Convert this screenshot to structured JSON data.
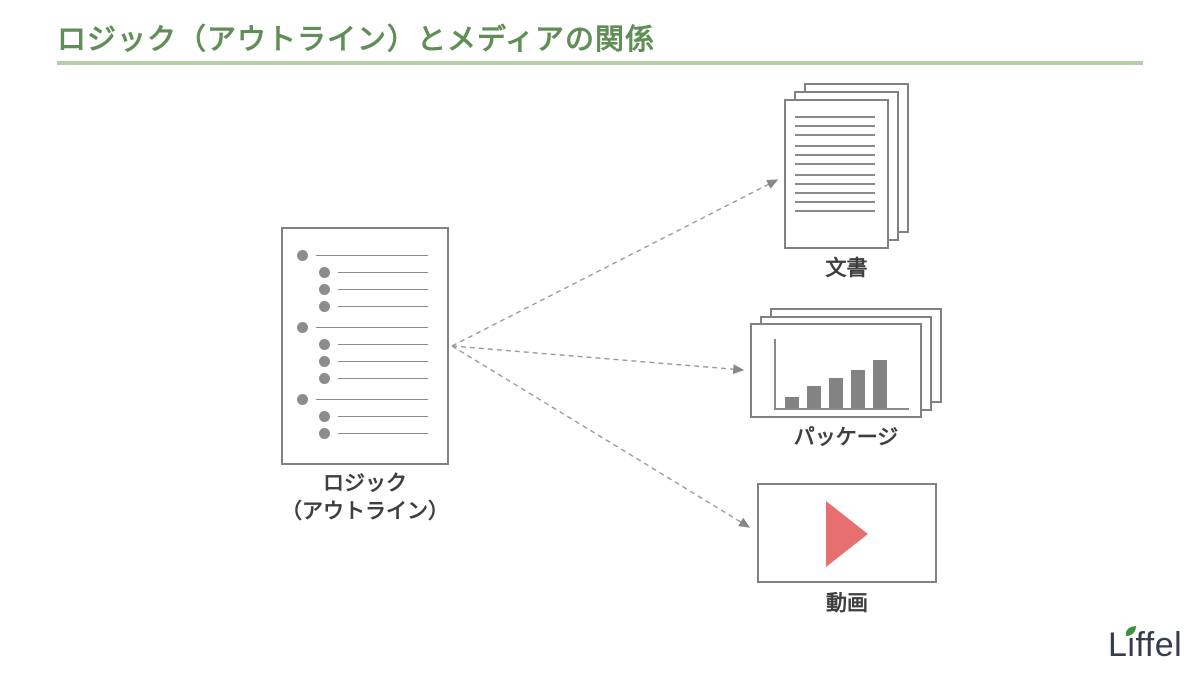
{
  "title": "ロジック（アウトライン）とメディアの関係",
  "colors": {
    "title_green": "#5f8f55",
    "underline_green": "#b6cfa6",
    "gray": "#818181",
    "bullet_gray": "#8c8c8c",
    "line_gray": "#8a8a8a",
    "bar_gray": "#838383",
    "arrow_gray": "#9a9a9a",
    "label_dark": "#3f3f3f",
    "play_red": "#e76f6f",
    "logo_navy": "#333d4d",
    "leaf_green": "#3f8f3c"
  },
  "outline": {
    "label_line1": "ロジック",
    "label_line2": "（アウトライン）",
    "rows": [
      1,
      2,
      2,
      2,
      1,
      2,
      2,
      2,
      1,
      2,
      2
    ]
  },
  "media": [
    {
      "label": "文書",
      "icon": "document-stack-icon"
    },
    {
      "label": "パッケージ",
      "icon": "package-slides-icon"
    },
    {
      "label": "動画",
      "icon": "video-player-icon"
    }
  ],
  "document_icon": {
    "line_groups": [
      3,
      3,
      5
    ]
  },
  "package_icon": {
    "chart_bars": [
      11,
      22,
      30,
      38,
      48
    ]
  },
  "logo": {
    "text": "Liffel"
  }
}
